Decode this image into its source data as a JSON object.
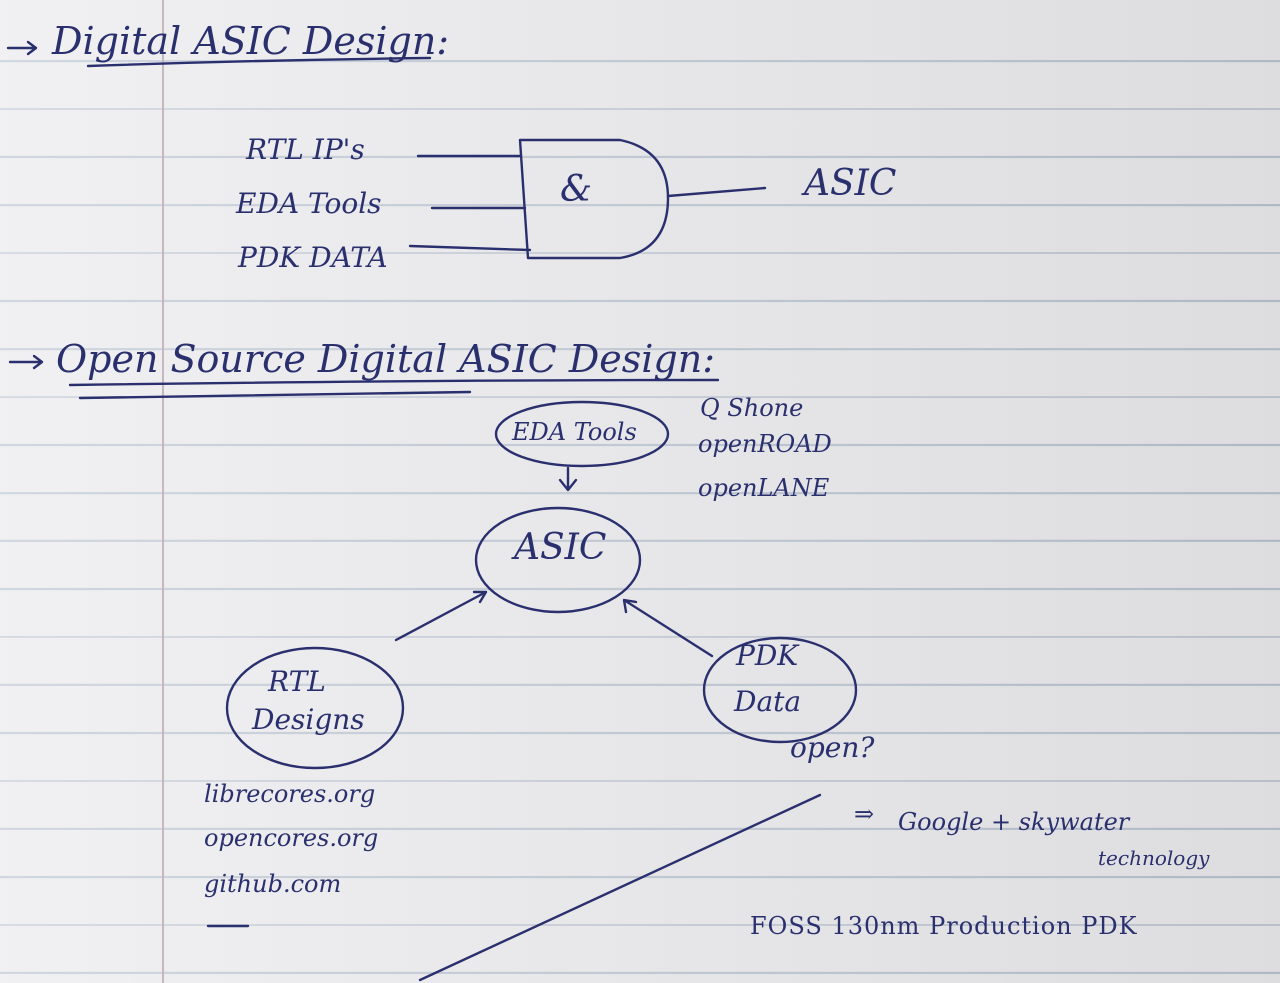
{
  "section1": {
    "heading": "Digital ASIC Design:",
    "inputs": [
      "RTL IP's",
      "EDA Tools",
      "PDK DATA"
    ],
    "gate_symbol": "&",
    "output": "ASIC"
  },
  "section2": {
    "heading": "Open Source Digital ASIC Design:",
    "nodes": {
      "eda": "EDA Tools",
      "asic": "ASIC",
      "rtl": [
        "RTL",
        "Designs"
      ],
      "pdk": [
        "PDK",
        "Data"
      ]
    },
    "eda_examples": [
      "Q Shone",
      "openROAD",
      "openLANE"
    ],
    "rtl_sources": [
      "librecores.org",
      "opencores.org",
      "github.com"
    ],
    "pdk_question": "open?",
    "pdk_answer_line1": "Google + skywater",
    "pdk_answer_line2": "technology",
    "foss_note": "FOSS 130nm Production PDK"
  }
}
